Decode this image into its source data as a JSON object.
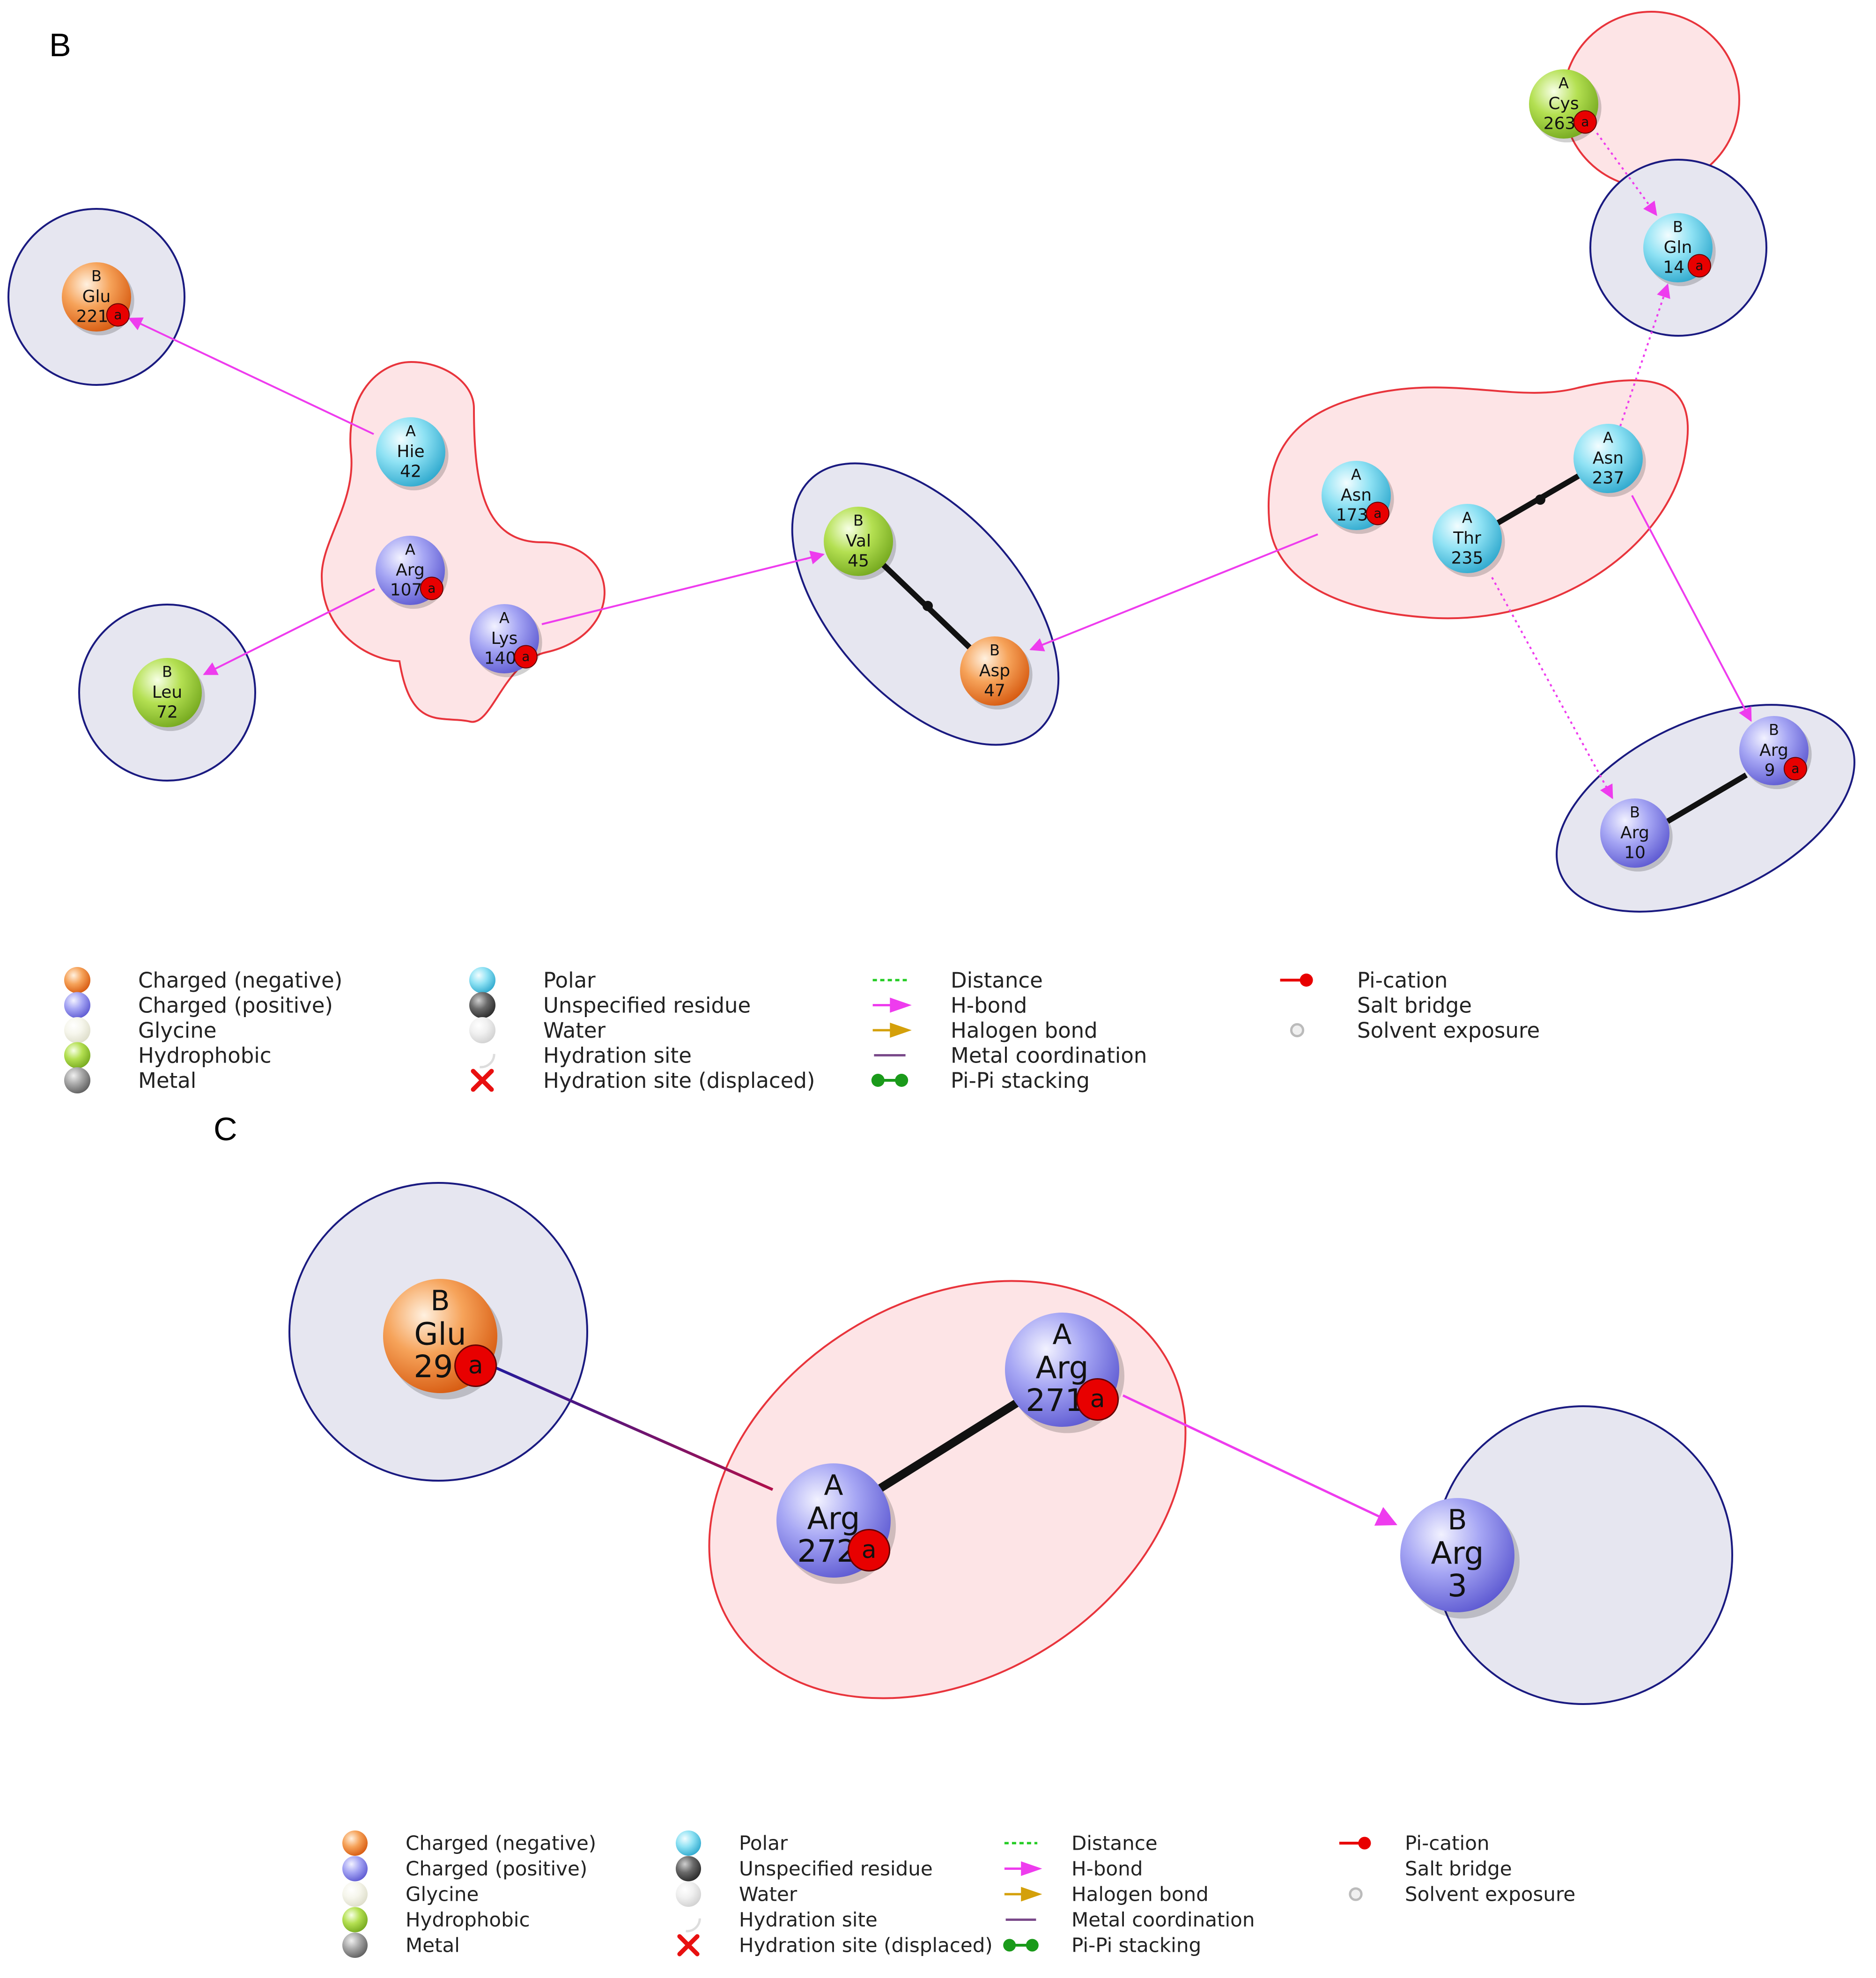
{
  "colors": {
    "negative": [
      "#fff1e0",
      "#f6a35a",
      "#d5560c"
    ],
    "positive": [
      "#f2f2ff",
      "#a6a6f4",
      "#5a56d0"
    ],
    "polar": [
      "#f2fdff",
      "#8fe2f4",
      "#2aa6cc"
    ],
    "hydrophobic": [
      "#f7ffe6",
      "#b4e052",
      "#72a61c"
    ],
    "glycine": [
      "#ffffff",
      "#f6f6ec",
      "#dcdcc8"
    ],
    "unspecified": [
      "#cfcfcf",
      "#6a6a6a",
      "#262626"
    ],
    "water": [
      "#ffffff",
      "#f0f0f0",
      "#cfcfcf"
    ],
    "metal": [
      "#f0f0f0",
      "#a8a8a8",
      "#5a5a5a"
    ],
    "exposure_badge": "#e80000",
    "hbond": "#ee3cee",
    "zone_red_fill": "#fde4e6",
    "zone_red_stroke": "#e8343c",
    "zone_blue_fill": "#e6e6f0",
    "zone_blue_stroke": "#1a1a80",
    "salt_bridge_start": "#1a1aa0",
    "salt_bridge_end": "#b0104a",
    "distance": "#22cc22",
    "halogen": "#d4a00a",
    "pi_pi": "#1a9a1a",
    "pi_cation": "#e80000"
  },
  "panels": [
    {
      "label": "B",
      "residues": [
        {
          "id": "B-Glu-221",
          "chain": "B",
          "name": "Glu",
          "num": "221",
          "type": "negative",
          "exposure": true
        },
        {
          "id": "A-Hie-42",
          "chain": "A",
          "name": "Hie",
          "num": "42",
          "type": "polar",
          "exposure": false
        },
        {
          "id": "A-Arg-107",
          "chain": "A",
          "name": "Arg",
          "num": "107",
          "type": "positive",
          "exposure": true
        },
        {
          "id": "A-Lys-140",
          "chain": "A",
          "name": "Lys",
          "num": "140",
          "type": "positive",
          "exposure": true
        },
        {
          "id": "B-Leu-72",
          "chain": "B",
          "name": "Leu",
          "num": "72",
          "type": "hydrophobic",
          "exposure": false
        },
        {
          "id": "B-Val-45",
          "chain": "B",
          "name": "Val",
          "num": "45",
          "type": "hydrophobic",
          "exposure": false
        },
        {
          "id": "B-Asp-47",
          "chain": "B",
          "name": "Asp",
          "num": "47",
          "type": "negative",
          "exposure": false
        },
        {
          "id": "A-Asn-173",
          "chain": "A",
          "name": "Asn",
          "num": "173",
          "type": "polar",
          "exposure": true
        },
        {
          "id": "A-Thr-235",
          "chain": "A",
          "name": "Thr",
          "num": "235",
          "type": "polar",
          "exposure": false
        },
        {
          "id": "A-Asn-237",
          "chain": "A",
          "name": "Asn",
          "num": "237",
          "type": "polar",
          "exposure": false
        },
        {
          "id": "A-Cys-263",
          "chain": "A",
          "name": "Cys",
          "num": "263",
          "type": "hydrophobic",
          "exposure": true
        },
        {
          "id": "B-Gln-14",
          "chain": "B",
          "name": "Gln",
          "num": "14",
          "type": "polar",
          "exposure": true
        },
        {
          "id": "B-Arg-9",
          "chain": "B",
          "name": "Arg",
          "num": "9",
          "type": "positive",
          "exposure": true
        },
        {
          "id": "B-Arg-10",
          "chain": "B",
          "name": "Arg",
          "num": "10",
          "type": "positive",
          "exposure": false
        }
      ],
      "interactions": [
        {
          "type": "hbond",
          "from": "A-Hie-42",
          "to": "B-Glu-221"
        },
        {
          "type": "hbond",
          "from": "A-Arg-107",
          "to": "B-Leu-72"
        },
        {
          "type": "hbond",
          "from": "A-Lys-140",
          "to": "B-Val-45"
        },
        {
          "type": "hbond",
          "from": "A-Asn-173",
          "to": "B-Asp-47"
        },
        {
          "type": "hbond",
          "from": "A-Asn-237",
          "to": "B-Arg-9"
        },
        {
          "type": "hbond-side",
          "from": "A-Cys-263",
          "to": "B-Gln-14"
        },
        {
          "type": "hbond-side",
          "from": "A-Asn-237",
          "to": "B-Gln-14"
        },
        {
          "type": "hbond-side",
          "from": "A-Thr-235",
          "to": "B-Arg-10"
        },
        {
          "type": "backbone",
          "from": "B-Val-45",
          "to": "B-Asp-47"
        },
        {
          "type": "backbone",
          "from": "A-Thr-235",
          "to": "A-Asn-237"
        },
        {
          "type": "backbone",
          "from": "B-Arg-10",
          "to": "B-Arg-9"
        }
      ]
    },
    {
      "label": "C",
      "residues": [
        {
          "id": "B-Glu-29",
          "chain": "B",
          "name": "Glu",
          "num": "29",
          "type": "negative",
          "exposure": true
        },
        {
          "id": "A-Arg-271",
          "chain": "A",
          "name": "Arg",
          "num": "271",
          "type": "positive",
          "exposure": true
        },
        {
          "id": "A-Arg-272",
          "chain": "A",
          "name": "Arg",
          "num": "272",
          "type": "positive",
          "exposure": true
        },
        {
          "id": "B-Arg-3",
          "chain": "B",
          "name": "Arg",
          "num": "3",
          "type": "positive",
          "exposure": false
        }
      ],
      "interactions": [
        {
          "type": "salt-bridge",
          "from": "B-Glu-29",
          "to": "A-Arg-272"
        },
        {
          "type": "hbond",
          "from": "A-Arg-271",
          "to": "B-Arg-3"
        },
        {
          "type": "backbone",
          "from": "A-Arg-272",
          "to": "A-Arg-271"
        }
      ]
    }
  ],
  "exposure_mark": "a",
  "legend": {
    "residue_types": [
      "Charged (negative)",
      "Charged (positive)",
      "Glycine",
      "Hydrophobic",
      "Metal"
    ],
    "residue_types_2": [
      "Polar",
      "Unspecified residue",
      "Water",
      "Hydration site",
      "Hydration site (displaced)"
    ],
    "interactions": [
      "Distance",
      "H-bond",
      "Halogen bond",
      "Metal coordination",
      "Pi-Pi stacking"
    ],
    "interactions_2": [
      "Pi-cation",
      "Salt bridge",
      "Solvent exposure"
    ]
  }
}
